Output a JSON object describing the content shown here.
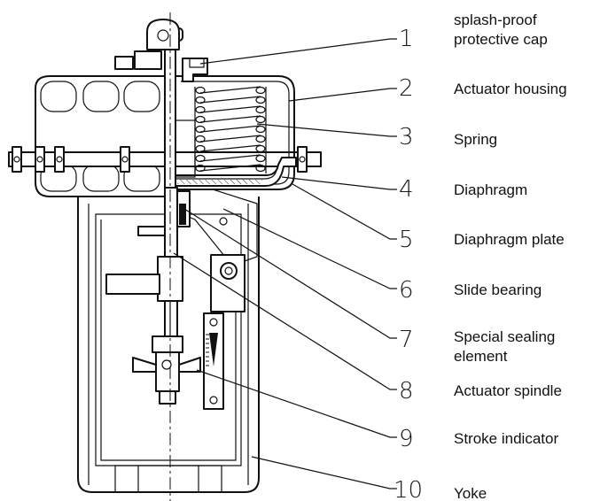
{
  "callouts": [
    {
      "number": "1",
      "label_lines": [
        "splash-proof",
        "protective cap"
      ]
    },
    {
      "number": "2",
      "label_lines": [
        "Actuator housing"
      ]
    },
    {
      "number": "3",
      "label_lines": [
        "Spring"
      ]
    },
    {
      "number": "4",
      "label_lines": [
        "Diaphragm"
      ]
    },
    {
      "number": "5",
      "label_lines": [
        "Diaphragm plate"
      ]
    },
    {
      "number": "6",
      "label_lines": [
        "Slide bearing"
      ]
    },
    {
      "number": "7",
      "label_lines": [
        "Special sealing",
        "element"
      ]
    },
    {
      "number": "8",
      "label_lines": [
        "Actuator spindle"
      ]
    },
    {
      "number": "9",
      "label_lines": [
        "Stroke indicator"
      ]
    },
    {
      "number": "10",
      "label_lines": [
        "Yoke"
      ]
    }
  ]
}
